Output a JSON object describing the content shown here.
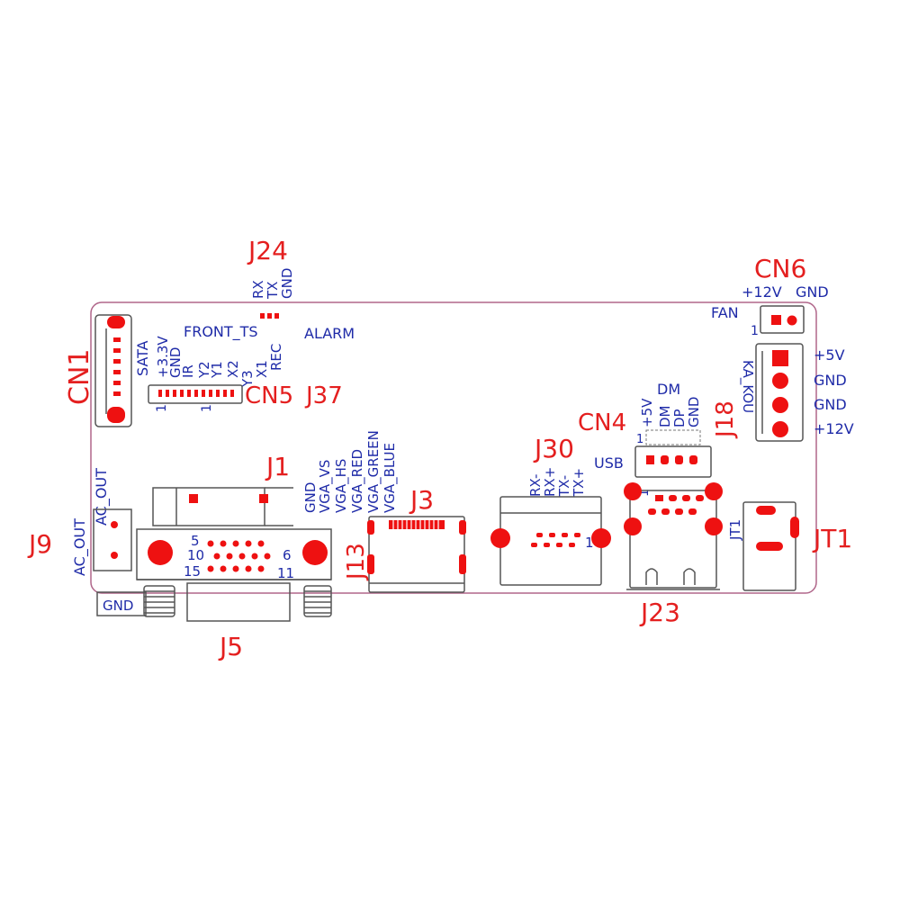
{
  "refs": {
    "J24": "J24",
    "CN6": "CN6",
    "CN1": "CN1",
    "CN5": "CN5",
    "J37": "J37",
    "J18": "J18",
    "CN4": "CN4",
    "J30": "J30",
    "J1": "J1",
    "J3": "J3",
    "J13": "J13",
    "J9": "J9",
    "JT1": "JT1",
    "J23": "J23",
    "J5": "J5"
  },
  "labels": {
    "rx": "RX",
    "tx": "TX",
    "gnd": "GND",
    "p12v": "+12V",
    "fan": "FAN",
    "one": "1",
    "front_ts": "FRONT_TS",
    "alarm": "ALARM",
    "sata": "SATA",
    "p33v": "+3.3V",
    "ir": "IR",
    "y2": "Y2",
    "y1": "Y1",
    "x2": "X2",
    "y3": "Y3",
    "x1": "X1",
    "rec": "REC",
    "p5v": "+5V",
    "ka_kou": "KA_KOU",
    "dm": "DM",
    "dp": "DP",
    "usb": "USB",
    "rx_minus": "RX-",
    "rx_plus": "RX+",
    "tx_minus": "TX-",
    "tx_plus": "TX+",
    "vga_vs": "VGA_VS",
    "vga_hs": "VGA_HS",
    "vga_red": "VGA_RED",
    "vga_green": "VGA_GREEN",
    "vga_blue": "VGA_BLUE",
    "ac_out": "AC_OUT",
    "pin5": "5",
    "pin10": "10",
    "pin15": "15",
    "pin6": "6",
    "pin11": "11"
  },
  "colors": {
    "ref": "#e41f1f",
    "silk": "#1f2ba8",
    "pad": "#ee1111",
    "outline": "#b0668a"
  }
}
